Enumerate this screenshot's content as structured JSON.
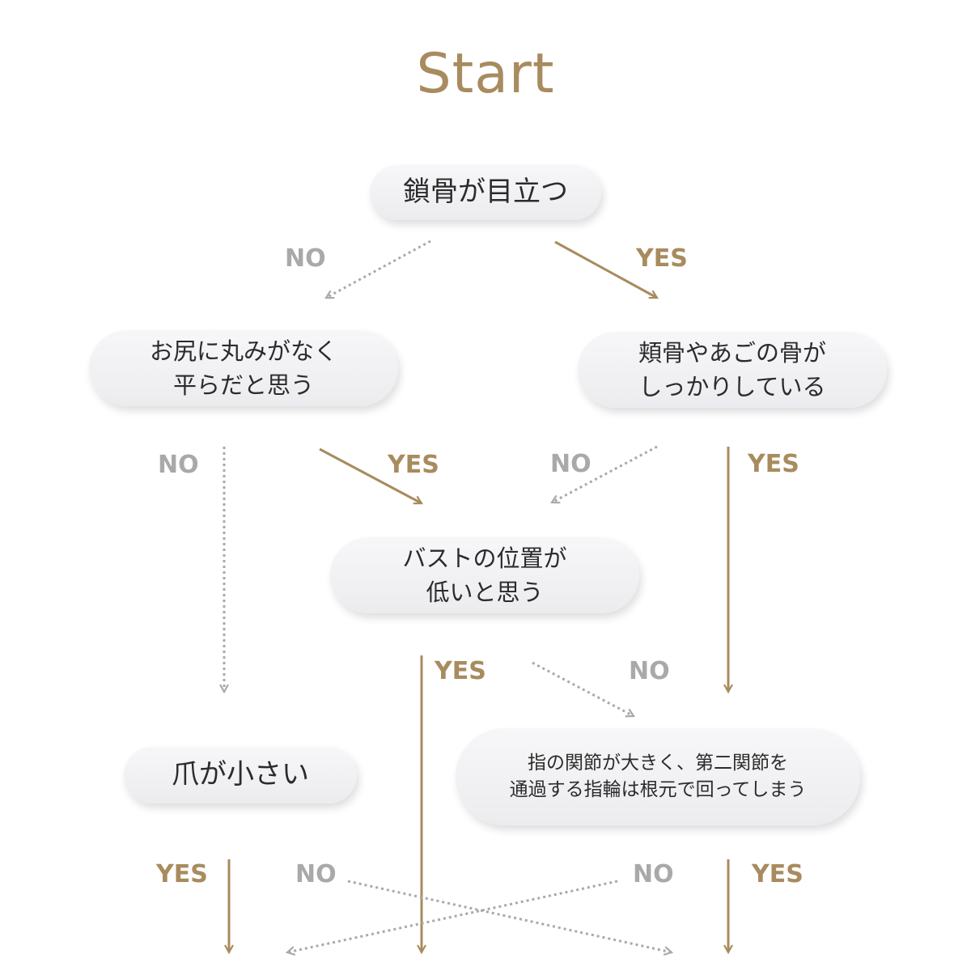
{
  "title": "Start",
  "colors": {
    "yes": "#a88b5e",
    "no": "#a9a9a9",
    "node_text": "#2b2b2b"
  },
  "nodes": {
    "q1": "鎖骨が目立つ",
    "q2": "お尻に丸みがなく\n平らだと思う",
    "q3": "頬骨やあごの骨が\nしっかりしている",
    "q4": "バストの位置が\n低いと思う",
    "q5": "爪が小さい",
    "q6": "指の関節が大きく、第二関節を\n通過する指輪は根元で回ってしまう"
  },
  "answers": {
    "yes": "YES",
    "no": "NO"
  }
}
